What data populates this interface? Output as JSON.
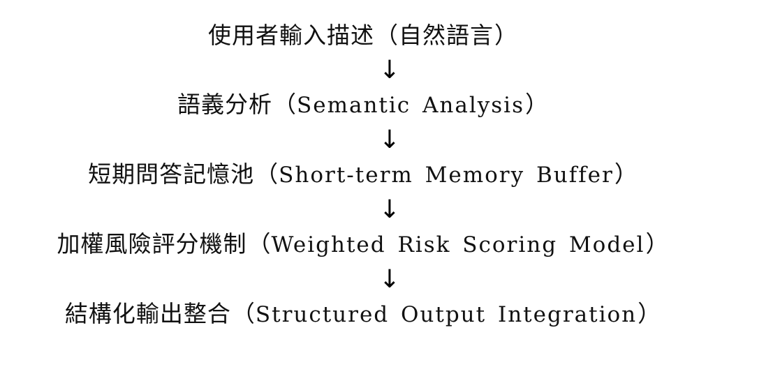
{
  "diagram": {
    "type": "flowchart",
    "orientation": "vertical",
    "background_color": "#ffffff",
    "text_color": "#111111",
    "arrow_glyph": "↓",
    "arrow_name": "down-arrow-icon",
    "steps": [
      {
        "index": 1,
        "cjk": "使用者輸入描述",
        "open_paren": "（",
        "latin": "自然語言",
        "close_paren": "）",
        "latin_is_cjk": true,
        "full_text": "使用者輸入描述（自然語言）"
      },
      {
        "index": 2,
        "cjk": "語義分析",
        "open_paren": "（",
        "latin": "Semantic Analysis",
        "close_paren": "）",
        "latin_is_cjk": false,
        "full_text": "語義分析（Semantic Analysis）"
      },
      {
        "index": 3,
        "cjk": "短期問答記憶池",
        "open_paren": "（",
        "latin": "Short-term Memory Buffer",
        "close_paren": "）",
        "latin_is_cjk": false,
        "full_text": "短期問答記憶池（Short-term Memory Buffer）"
      },
      {
        "index": 4,
        "cjk": "加權風險評分機制",
        "open_paren": "（",
        "latin": "Weighted Risk Scoring Model",
        "close_paren": "）",
        "latin_is_cjk": false,
        "full_text": "加權風險評分機制（Weighted Risk Scoring Model）"
      },
      {
        "index": 5,
        "cjk": "結構化輸出整合",
        "open_paren": "（",
        "latin": "Structured Output Integration",
        "close_paren": "）",
        "latin_is_cjk": false,
        "full_text": "結構化輸出整合（Structured Output Integration）"
      }
    ],
    "connectors": [
      {
        "from": 1,
        "to": 2,
        "glyph": "↓"
      },
      {
        "from": 2,
        "to": 3,
        "glyph": "↓"
      },
      {
        "from": 3,
        "to": 4,
        "glyph": "↓"
      },
      {
        "from": 4,
        "to": 5,
        "glyph": "↓"
      }
    ]
  }
}
